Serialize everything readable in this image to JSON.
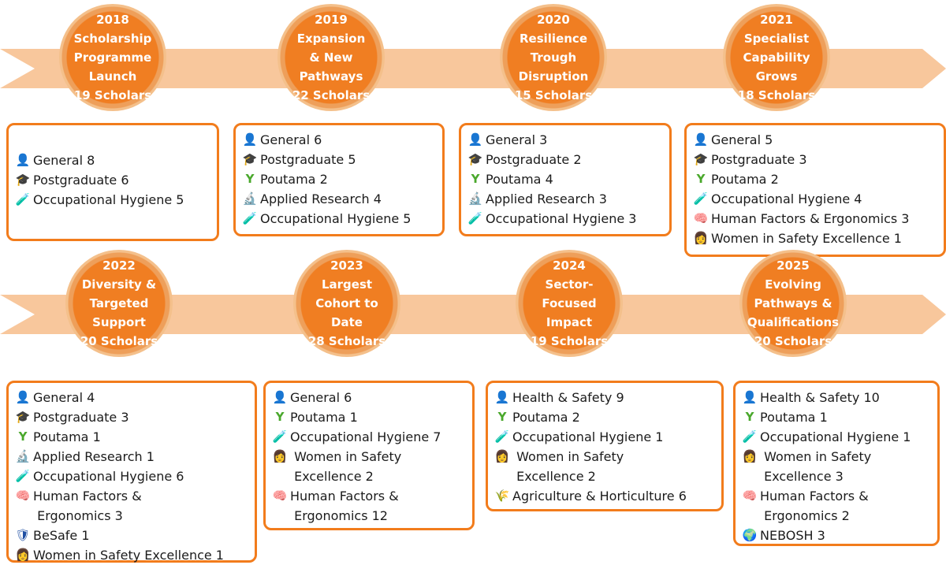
{
  "milestones": [
    {
      "year": "2018",
      "title_lines": [
        "Scholarship",
        "Programme",
        "Launch"
      ],
      "scholars": "19 Scholars",
      "items": [
        {
          "icon": "person-icon",
          "label": "General 8"
        },
        {
          "icon": "graduation-cap-icon",
          "label": "Postgraduate 6"
        },
        {
          "icon": "test-tube-icon",
          "label": "Occupational Hygiene 5"
        }
      ]
    },
    {
      "year": "2019",
      "title_lines": [
        "Expansion",
        "& New",
        "Pathways"
      ],
      "scholars": "22 Scholars",
      "items": [
        {
          "icon": "person-icon",
          "label": "General 6"
        },
        {
          "icon": "graduation-cap-icon",
          "label": "Postgraduate 5"
        },
        {
          "icon": "sprout-icon",
          "label": "Poutama 2"
        },
        {
          "icon": "microscope-icon",
          "label": "Applied Research 4"
        },
        {
          "icon": "test-tube-icon",
          "label": "Occupational Hygiene 5"
        }
      ]
    },
    {
      "year": "2020",
      "title_lines": [
        "Resilience",
        "Trough",
        "Disruption"
      ],
      "scholars": "15 Scholars",
      "items": [
        {
          "icon": "person-icon",
          "label": "General 3"
        },
        {
          "icon": "graduation-cap-icon",
          "label": "Postgraduate 2"
        },
        {
          "icon": "sprout-icon",
          "label": "Poutama 4"
        },
        {
          "icon": "microscope-icon",
          "label": "Applied Research 3"
        },
        {
          "icon": "test-tube-icon",
          "label": "Occupational Hygiene 3"
        }
      ]
    },
    {
      "year": "2021",
      "title_lines": [
        "Specialist",
        "Capability",
        "Grows"
      ],
      "scholars": "18 Scholars",
      "items": [
        {
          "icon": "person-icon",
          "label": "General 5"
        },
        {
          "icon": "graduation-cap-icon",
          "label": "Postgraduate 3"
        },
        {
          "icon": "sprout-icon",
          "label": "Poutama 2"
        },
        {
          "icon": "test-tube-icon",
          "label": "Occupational Hygiene 4"
        },
        {
          "icon": "brain-icon",
          "label": "Human Factors & Ergonomics 3"
        },
        {
          "icon": "woman-icon",
          "label": "Women in Safety Excellence 1"
        }
      ]
    },
    {
      "year": "2022",
      "title_lines": [
        "Diversity &",
        "Targeted",
        "Support"
      ],
      "scholars": "20 Scholars",
      "items": [
        {
          "icon": "person-icon",
          "label": "General 4"
        },
        {
          "icon": "graduation-cap-icon",
          "label": "Postgraduate 3"
        },
        {
          "icon": "sprout-icon",
          "label": "Poutama 1"
        },
        {
          "icon": "microscope-icon",
          "label": "Applied Research 1"
        },
        {
          "icon": "test-tube-icon",
          "label": "Occupational Hygiene 6"
        },
        {
          "icon": "brain-icon",
          "label": "Human Factors &\n Ergonomics 3"
        },
        {
          "icon": "shield-icon",
          "label": "BeSafe 1"
        },
        {
          "icon": "woman-icon",
          "label": "Women in Safety Excellence 1"
        }
      ]
    },
    {
      "year": "2023",
      "title_lines": [
        "Largest",
        "Cohort to",
        "Date"
      ],
      "scholars": "28 Scholars",
      "items": [
        {
          "icon": "person-icon",
          "label": "General 6"
        },
        {
          "icon": "sprout-icon",
          "label": "Poutama 1"
        },
        {
          "icon": "test-tube-icon",
          "label": "Occupational Hygiene 7"
        },
        {
          "icon": "woman-icon",
          "label": " Women in Safety\n Excellence 2"
        },
        {
          "icon": "brain-icon",
          "label": "Human Factors &\n Ergonomics 12"
        }
      ]
    },
    {
      "year": "2024",
      "title_lines": [
        "Sector-",
        "Focused",
        "Impact"
      ],
      "scholars": "19 Scholars",
      "items": [
        {
          "icon": "person-icon",
          "label": "Health & Safety 9"
        },
        {
          "icon": "sprout-icon",
          "label": "Poutama 2"
        },
        {
          "icon": "test-tube-icon",
          "label": "Occupational Hygiene 1"
        },
        {
          "icon": "woman-icon",
          "label": " Women in Safety\n Excellence 2"
        },
        {
          "icon": "wheat-icon",
          "label": "Agriculture & Horticulture 6"
        }
      ]
    },
    {
      "year": "2025",
      "title_lines": [
        "Evolving",
        "Pathways &",
        "Qualifications"
      ],
      "scholars": "20 Scholars",
      "items": [
        {
          "icon": "person-icon",
          "label": "Health & Safety 10"
        },
        {
          "icon": "sprout-icon",
          "label": "Poutama 1"
        },
        {
          "icon": "test-tube-icon",
          "label": "Occupational Hygiene 1"
        },
        {
          "icon": "woman-icon",
          "label": " Women in Safety\n Excellence 3"
        },
        {
          "icon": "brain-icon",
          "label": "Human Factors &\n Ergonomics 2"
        },
        {
          "icon": "globe-icon",
          "label": "NEBOSH 3"
        }
      ]
    }
  ],
  "colors": {
    "badge": "#f07e22",
    "box_border": "#f27c1c",
    "arrow": "#f8c79c"
  }
}
